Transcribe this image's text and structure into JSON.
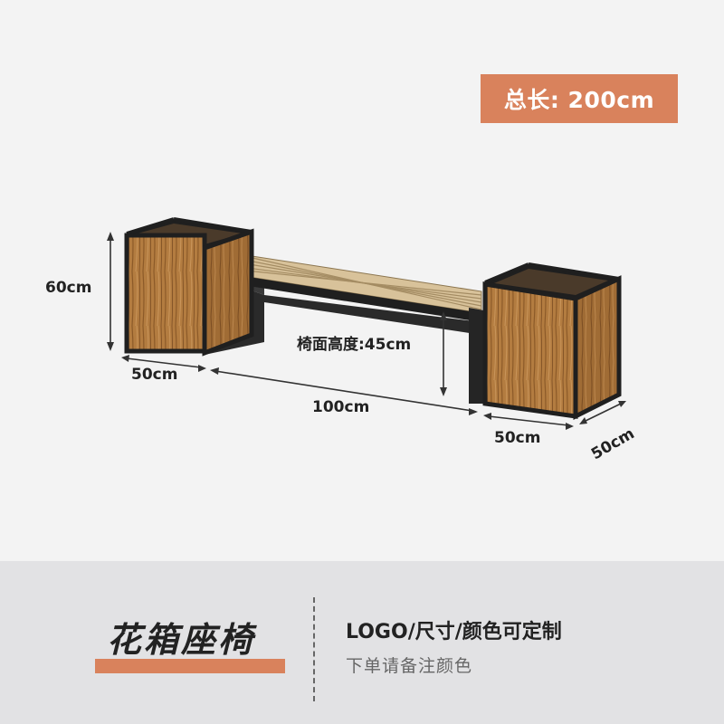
{
  "badge": {
    "total_length": "总长: 200cm"
  },
  "dimensions": {
    "height": "60cm",
    "left_width": "50cm",
    "middle_length": "100cm",
    "right_width": "50cm",
    "right_depth": "50cm",
    "seat_height": "椅面高度:45cm"
  },
  "footer": {
    "title": "花箱座椅",
    "custom_note": "LOGO/尺寸/颜色可定制",
    "order_note": "下单请备注颜色"
  },
  "colors": {
    "accent": "#d9825c",
    "frame": "#1f1f1f",
    "wood": "#b07a3e",
    "slat": "#d9c39a"
  }
}
